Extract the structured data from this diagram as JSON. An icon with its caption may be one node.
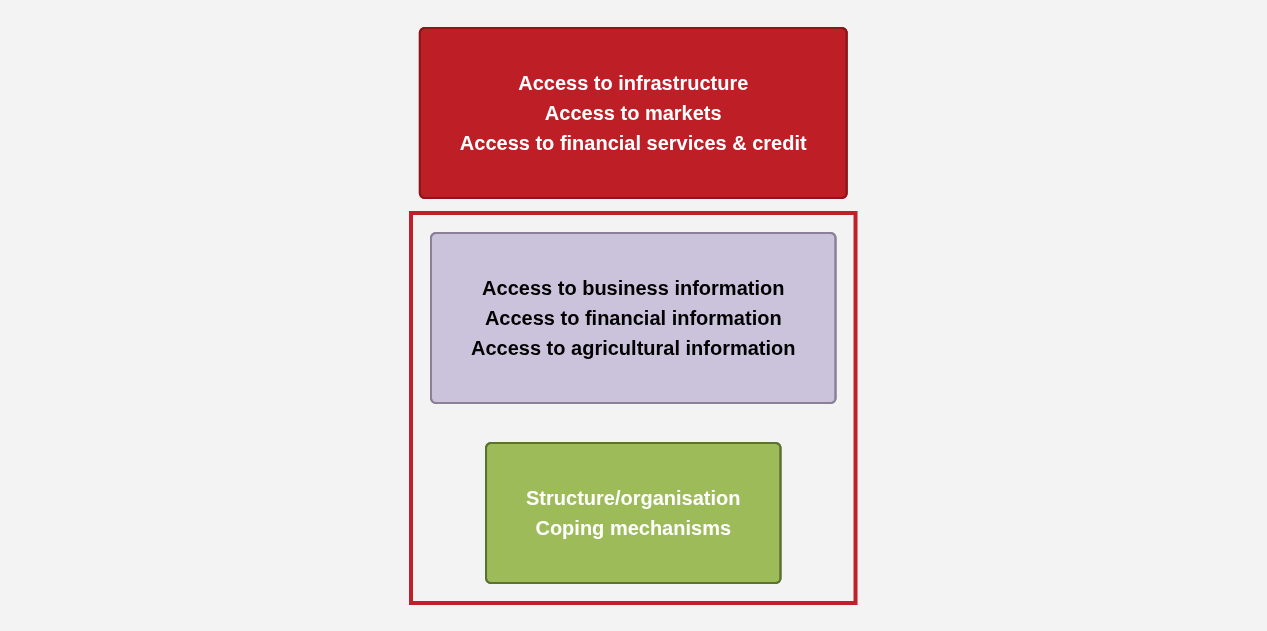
{
  "diagram": {
    "nodes": [
      {
        "text": [
          "Access to infrastructure",
          "Access to markets",
          "Access to financial services & credit"
        ]
      },
      {
        "text": [],
        "shape": "box"
      },
      {
        "text": [
          "Access to business information",
          "Access to financial information",
          "Access to agricultural information"
        ],
        "in": 1
      },
      {
        "text": [
          "Structure/organisation",
          "Coping mechanisms"
        ],
        "in": 1
      }
    ],
    "edges": []
  }
}
